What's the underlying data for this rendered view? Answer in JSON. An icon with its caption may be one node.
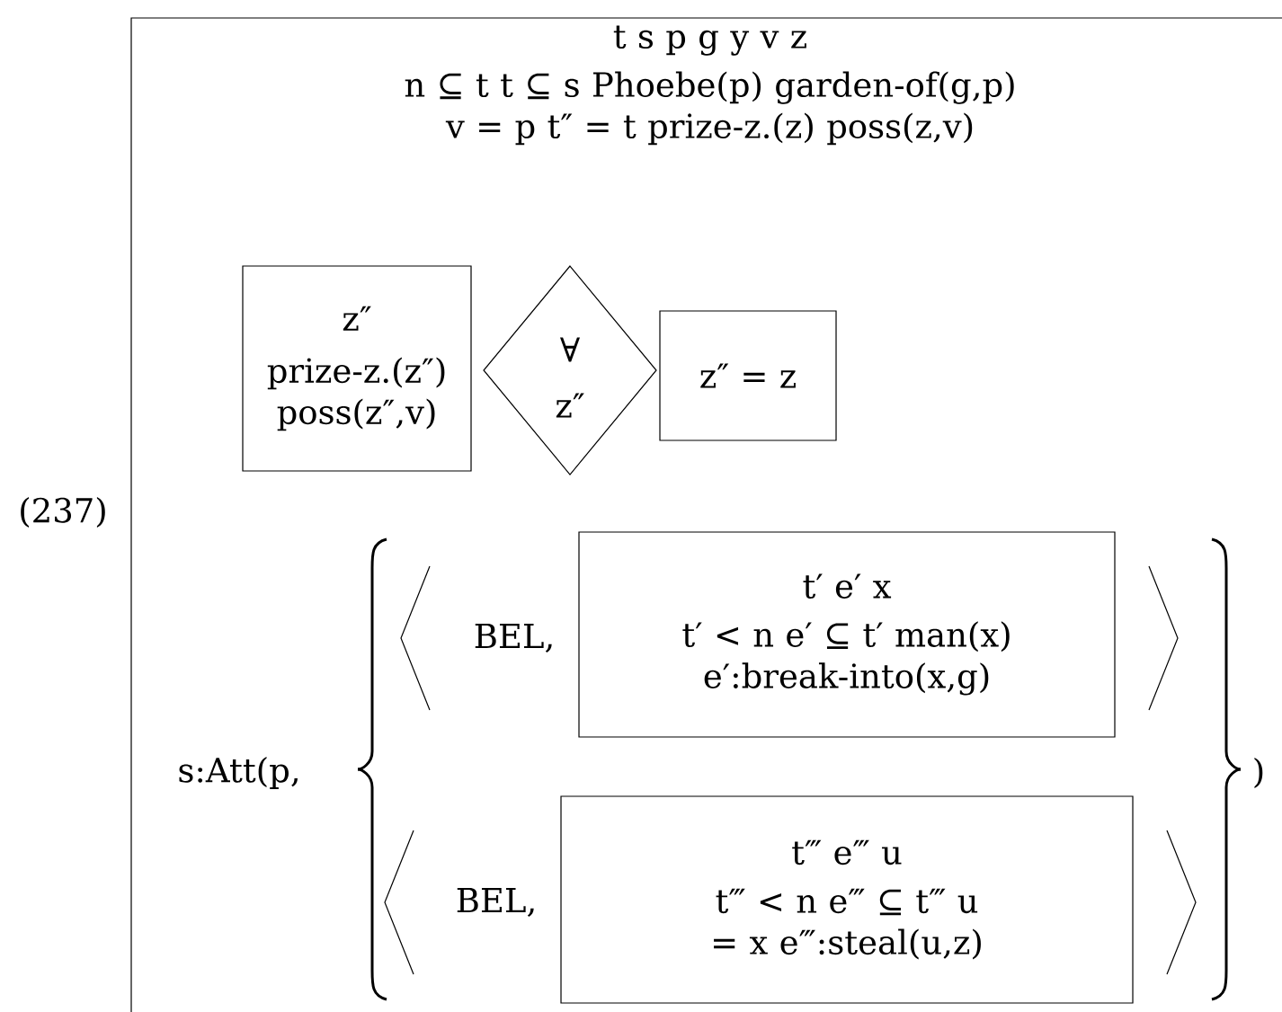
{
  "diagram": {
    "nodes": [
      {
        "text": [
          "t s p g y v z",
          "n ⊆ t t ⊆ s Phoebe(p) garden-of(g,p) v = p t″ = t prize-z.(z) poss(z,v)"
        ]
      },
      {
        "text": [
          "z″",
          "prize-z.(z″) poss(z″,v)"
        ],
        "in": 0
      },
      {
        "text": [
          "∀",
          "z″"
        ],
        "in": 0
      },
      {
        "text": [
          "z″ = z"
        ],
        "in": 0
      },
      {
        "text": [
          "t′ e′ x",
          "t′ < n e′ ⊆ t′ man(x) e′:break-into(x,g)"
        ],
        "in": 0
      },
      {
        "text": [
          "t‴ e‴ u",
          "t‴ < n e‴ ⊆ t‴ u = x e‴:steal(u,z)"
        ],
        "in": 0
      }
    ],
    "edges": [],
    "labels": [
      "(237)",
      "s:Att(p,",
      "BEL,",
      "BEL,",
      ")"
    ]
  }
}
